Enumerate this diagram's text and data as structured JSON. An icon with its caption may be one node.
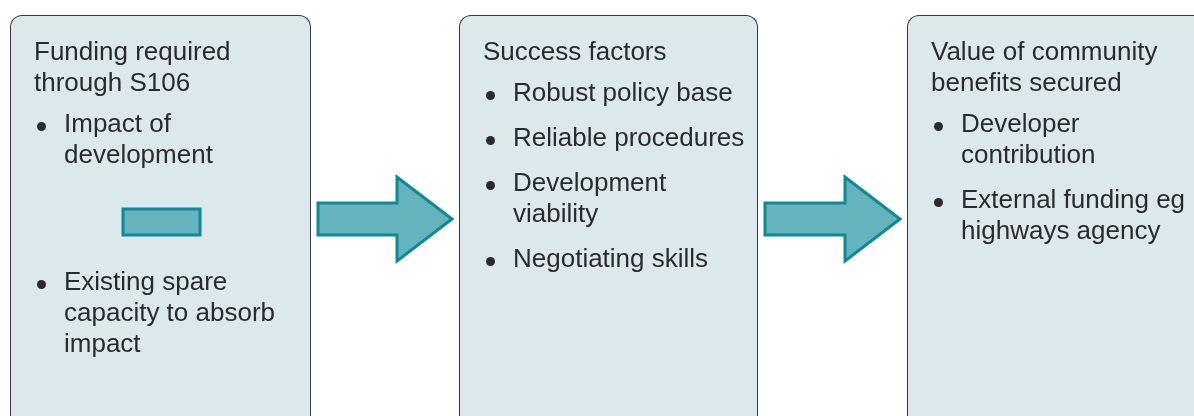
{
  "diagram": {
    "nodes": [
      {
        "text": [
          "Funding required through S106",
          "Impact of development",
          "Existing spare capacity to absorb impact"
        ]
      },
      {
        "text": [
          "Success factors",
          "Robust policy base",
          "Reliable procedures",
          "Development viability",
          "Negotiating skills"
        ]
      },
      {
        "text": [
          "Value of community benefits secured",
          "Developer contribution",
          "External funding eg highways agency"
        ]
      }
    ],
    "edges": [
      {
        "from": 0,
        "to": 1,
        "arrow": "to"
      },
      {
        "from": 1,
        "to": 2,
        "arrow": "to"
      }
    ]
  }
}
